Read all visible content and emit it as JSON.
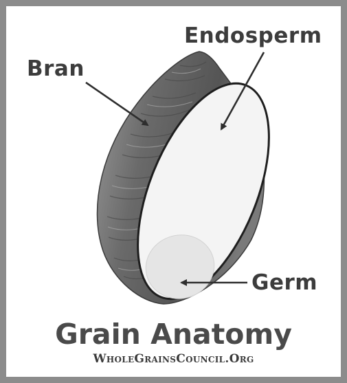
{
  "labels": {
    "endosperm": "Endosperm",
    "bran": "Bran",
    "germ": "Germ"
  },
  "title": "Grain Anatomy",
  "source": "WholeGrainsCouncil.Org",
  "colors": {
    "frame": "#8c8c8c",
    "text": "#3c3c3c",
    "bran_dark": "#5a5a5a",
    "bran_light": "#9a9a9a",
    "endosperm": "#f4f4f4",
    "germ": "#e6e6e6"
  }
}
